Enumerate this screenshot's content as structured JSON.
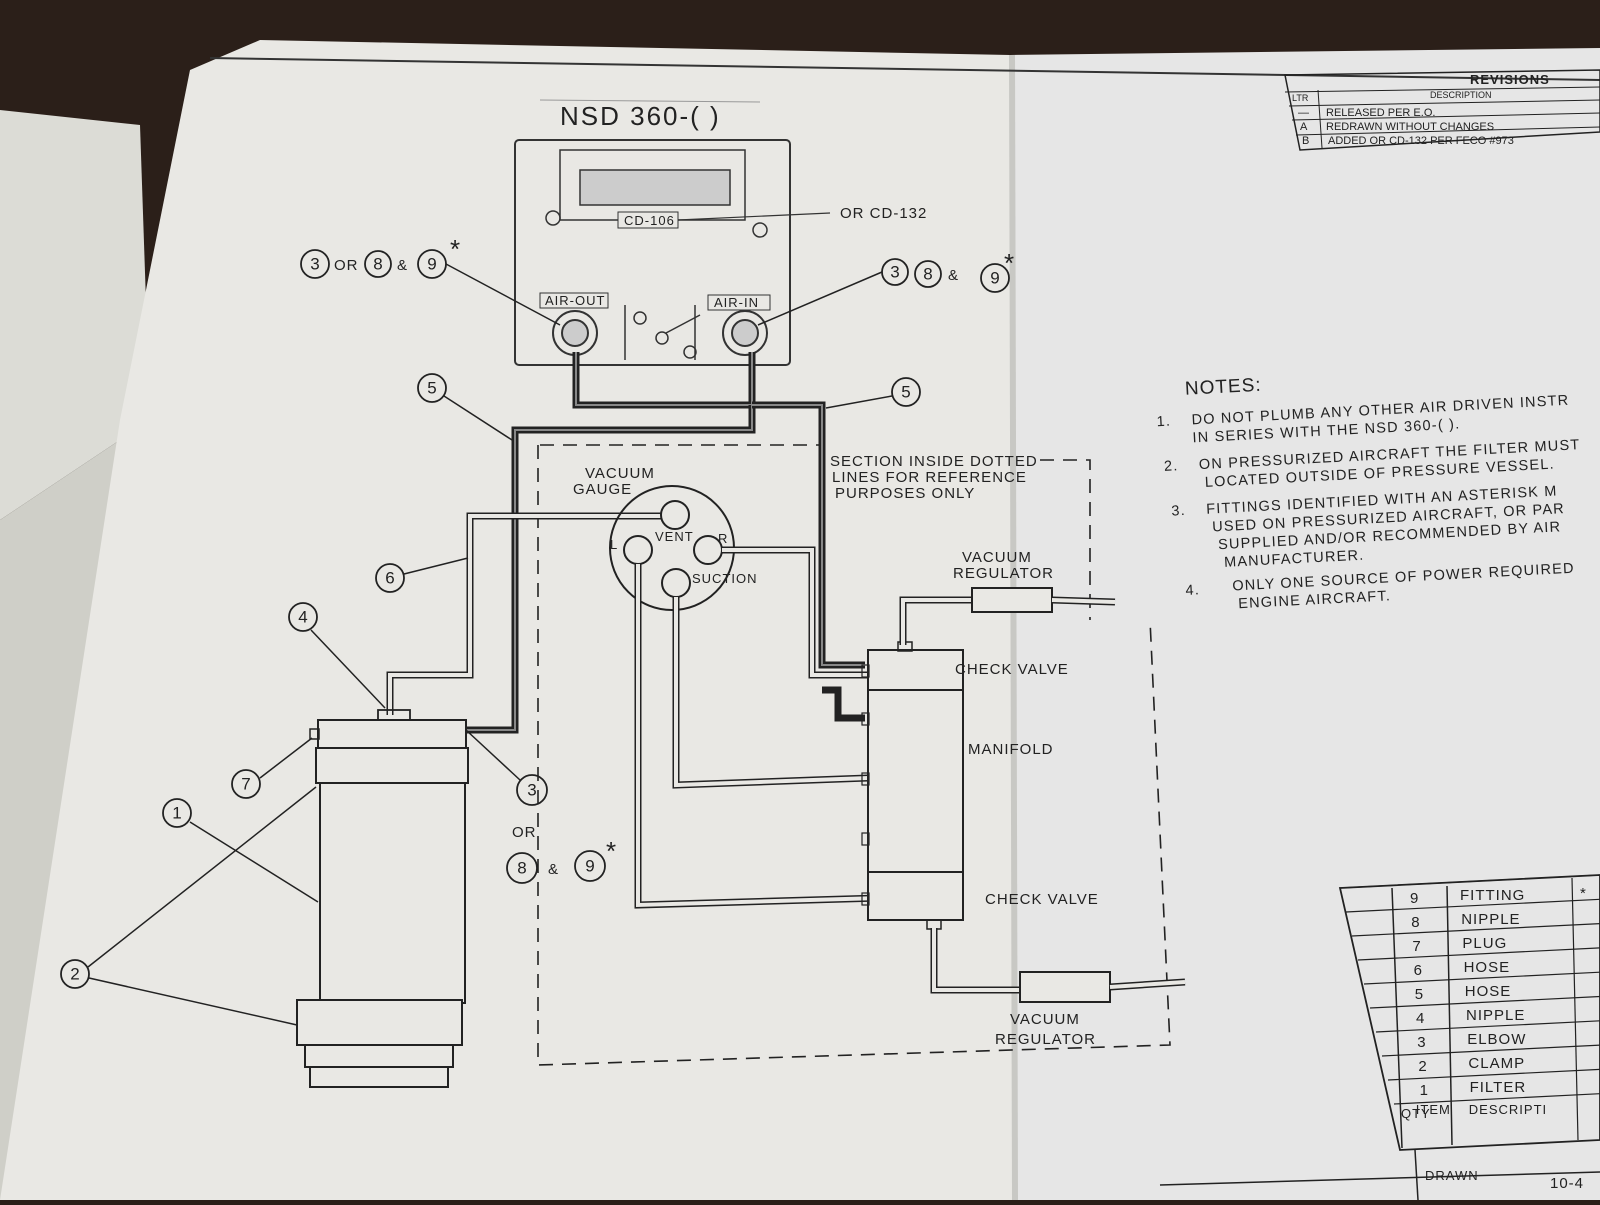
{
  "title": "NSD 360-( )",
  "instrument": {
    "connector_label": "CD-106",
    "alt_connector_label": "OR CD-132",
    "air_out_label": "AIR-OUT",
    "air_in_label": "AIR-IN"
  },
  "callouts": {
    "air_out": {
      "a": "3",
      "or": "OR",
      "b": "8",
      "amp": "&",
      "c": "9",
      "star": "*"
    },
    "air_in": {
      "a": "3",
      "b": "8",
      "amp": "&",
      "c": "9",
      "star": "*"
    },
    "hose_left": "5",
    "hose_right": "5",
    "hose_6": "6",
    "nipple_4": "4",
    "plug_7": "7",
    "filter_1": "1",
    "clamp_2": "2",
    "elbow": {
      "a": "3",
      "or": "OR",
      "b": "8",
      "amp": "&",
      "c": "9",
      "star": "*"
    }
  },
  "components": {
    "vacuum_gauge": [
      "VACUUM",
      "GAUGE"
    ],
    "gauge_ports": {
      "vent": "VENT",
      "left": "L",
      "right": "R",
      "suction": "SUCTION"
    },
    "section_note": [
      "SECTION INSIDE DOTTED",
      "LINES FOR REFERENCE",
      "PURPOSES ONLY"
    ],
    "vacuum_regulator_top": [
      "VACUUM",
      "REGULATOR"
    ],
    "check_valve_top": "CHECK VALVE",
    "manifold": "MANIFOLD",
    "check_valve_bottom": "CHECK VALVE",
    "vacuum_regulator_bottom": [
      "VACUUM",
      "REGULATOR"
    ]
  },
  "revisions": {
    "title": "REVISIONS",
    "col_ltr": "LTR",
    "col_desc": "DESCRIPTION",
    "rows": [
      {
        "ltr": "—",
        "desc": "RELEASED PER E.O."
      },
      {
        "ltr": "A",
        "desc": "REDRAWN WITHOUT CHANGES"
      },
      {
        "ltr": "B",
        "desc": "ADDED OR CD-132 PER FECO #973"
      }
    ]
  },
  "notes": {
    "heading": "NOTES:",
    "items": [
      {
        "num": "1.",
        "lines": [
          "DO NOT PLUMB ANY OTHER AIR DRIVEN INSTR",
          "IN SERIES WITH THE NSD 360-( )."
        ]
      },
      {
        "num": "2.",
        "lines": [
          "ON PRESSURIZED AIRCRAFT THE FILTER MUST",
          "LOCATED OUTSIDE OF PRESSURE VESSEL."
        ]
      },
      {
        "num": "3.",
        "lines": [
          "FITTINGS IDENTIFIED WITH AN ASTERISK M",
          "USED ON PRESSURIZED AIRCRAFT, OR PAR",
          "SUPPLIED AND/OR RECOMMENDED BY AIR",
          "MANUFACTURER."
        ]
      },
      {
        "num": "4.",
        "lines": [
          "ONLY ONE SOURCE OF POWER REQUIRED",
          "ENGINE AIRCRAFT."
        ]
      }
    ]
  },
  "parts_list": {
    "rows": [
      {
        "item": "9",
        "desc": "FITTING",
        "mark": "*"
      },
      {
        "item": "8",
        "desc": "NIPPLE",
        "mark": ""
      },
      {
        "item": "7",
        "desc": "PLUG",
        "mark": ""
      },
      {
        "item": "6",
        "desc": "HOSE",
        "mark": ""
      },
      {
        "item": "5",
        "desc": "HOSE",
        "mark": ""
      },
      {
        "item": "4",
        "desc": "NIPPLE",
        "mark": ""
      },
      {
        "item": "3",
        "desc": "ELBOW",
        "mark": ""
      },
      {
        "item": "2",
        "desc": "CLAMP",
        "mark": ""
      },
      {
        "item": "1",
        "desc": "FILTER",
        "mark": ""
      }
    ],
    "col_qty": "QTY",
    "col_item": "ITEM",
    "col_desc": "DESCRIPTI"
  },
  "title_block": {
    "drawn": "DRAWN",
    "code": "10-4"
  }
}
